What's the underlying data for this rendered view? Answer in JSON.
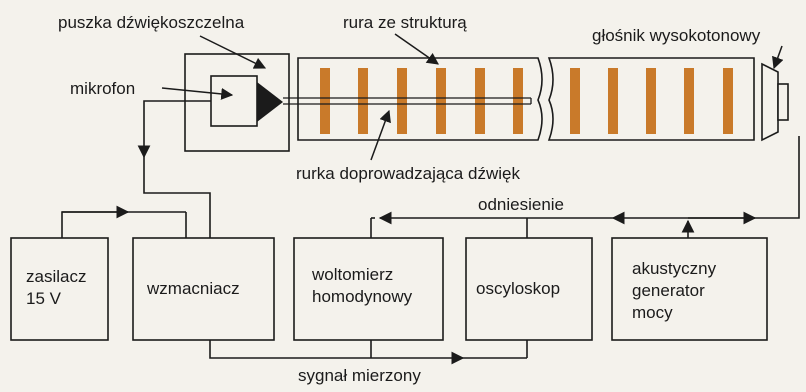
{
  "labels": {
    "soundproof_box": "puszka dźwiękoszczelna",
    "structured_tube": "rura ze strukturą",
    "tweeter": "głośnik wysokotonowy",
    "microphone": "mikrofon",
    "sound_tube": "rurka doprowadzająca dźwięk",
    "reference": "odniesienie",
    "measured_signal": "sygnał mierzony"
  },
  "boxes": {
    "power_supply": [
      "zasilacz",
      "15 V"
    ],
    "amplifier": [
      "wzmacniacz"
    ],
    "voltmeter": [
      "woltomierz",
      "homodynowy"
    ],
    "oscilloscope": [
      "oscyloskop"
    ],
    "generator": [
      "akustyczny",
      "generator",
      "mocy"
    ]
  },
  "colors": {
    "line": "#1b1b1b",
    "background": "#f4f2ec",
    "stripe": "#c97a2a"
  }
}
